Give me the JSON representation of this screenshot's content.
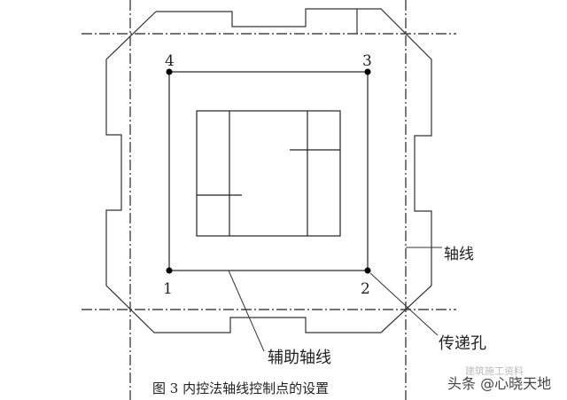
{
  "points": {
    "p1": "1",
    "p2": "2",
    "p3": "3",
    "p4": "4"
  },
  "labels": {
    "axis_line": "轴线",
    "auxiliary_axis": "辅助轴线",
    "transfer_hole": "传递孔"
  },
  "caption": "图 3  内控法轴线控制点的设置",
  "watermark": {
    "main": "头条 @心晓天地",
    "sub": "建筑施工资料"
  },
  "colors": {
    "line": "#333333",
    "text": "#222222"
  }
}
